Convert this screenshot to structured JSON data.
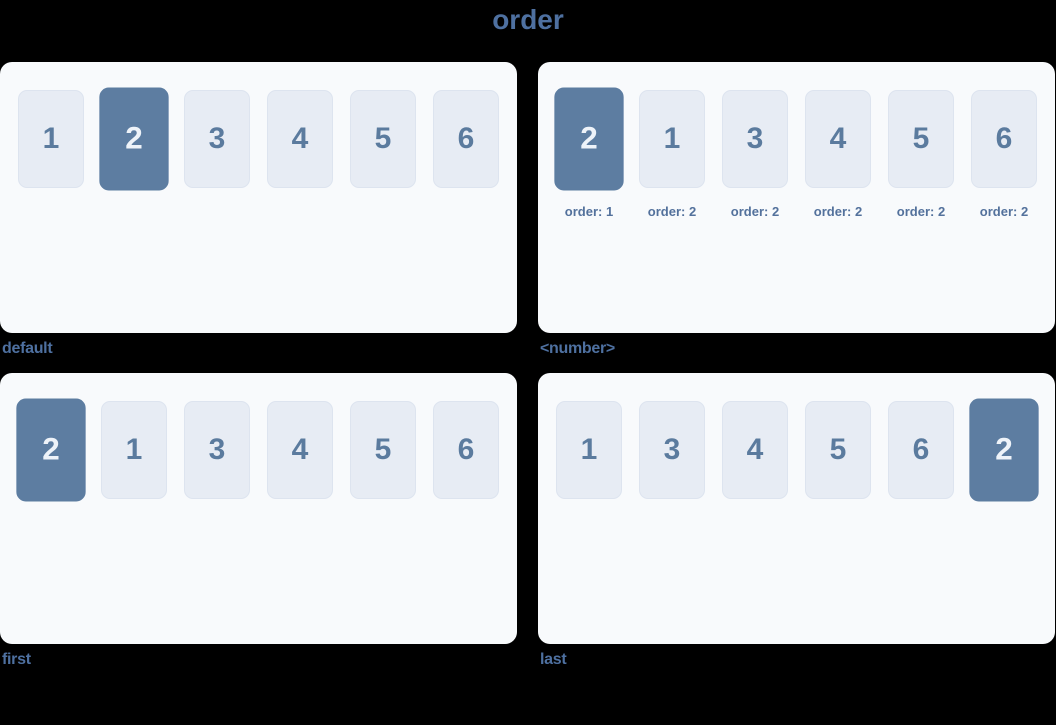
{
  "page": {
    "title": "order",
    "background": "#000000"
  },
  "colors": {
    "heading_text": "#4e70a0",
    "panel_background": "#f8fafc",
    "item_background": "#e7ecf4",
    "item_border": "#dde4ef",
    "item_text": "#5b7b9e",
    "highlight_background": "#5d7da1",
    "highlight_text": "#eef3f9"
  },
  "panels": [
    {
      "caption": "default",
      "items": [
        {
          "label": "1",
          "highlighted": false
        },
        {
          "label": "2",
          "highlighted": true
        },
        {
          "label": "3",
          "highlighted": false
        },
        {
          "label": "4",
          "highlighted": false
        },
        {
          "label": "5",
          "highlighted": false
        },
        {
          "label": "6",
          "highlighted": false
        }
      ]
    },
    {
      "caption": "<number>",
      "items": [
        {
          "label": "2",
          "highlighted": true,
          "order_label": "order: 1"
        },
        {
          "label": "1",
          "highlighted": false,
          "order_label": "order: 2"
        },
        {
          "label": "3",
          "highlighted": false,
          "order_label": "order: 2"
        },
        {
          "label": "4",
          "highlighted": false,
          "order_label": "order: 2"
        },
        {
          "label": "5",
          "highlighted": false,
          "order_label": "order: 2"
        },
        {
          "label": "6",
          "highlighted": false,
          "order_label": "order: 2"
        }
      ]
    },
    {
      "caption": "first",
      "items": [
        {
          "label": "2",
          "highlighted": true
        },
        {
          "label": "1",
          "highlighted": false
        },
        {
          "label": "3",
          "highlighted": false
        },
        {
          "label": "4",
          "highlighted": false
        },
        {
          "label": "5",
          "highlighted": false
        },
        {
          "label": "6",
          "highlighted": false
        }
      ]
    },
    {
      "caption": "last",
      "items": [
        {
          "label": "1",
          "highlighted": false
        },
        {
          "label": "3",
          "highlighted": false
        },
        {
          "label": "4",
          "highlighted": false
        },
        {
          "label": "5",
          "highlighted": false
        },
        {
          "label": "6",
          "highlighted": false
        },
        {
          "label": "2",
          "highlighted": true
        }
      ]
    }
  ]
}
